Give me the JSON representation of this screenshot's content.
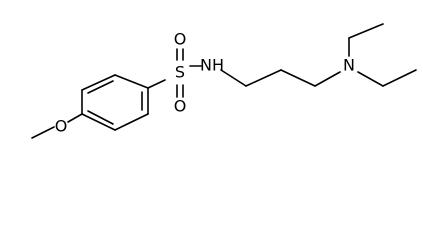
{
  "structure": {
    "atoms": {
      "sulfur": "S",
      "sulfonyl_oxygen_top": "O",
      "sulfonyl_oxygen_bottom": "O",
      "amide_nitrogen": "NH",
      "amine_nitrogen": "N",
      "methoxy_oxygen": "O"
    }
  }
}
